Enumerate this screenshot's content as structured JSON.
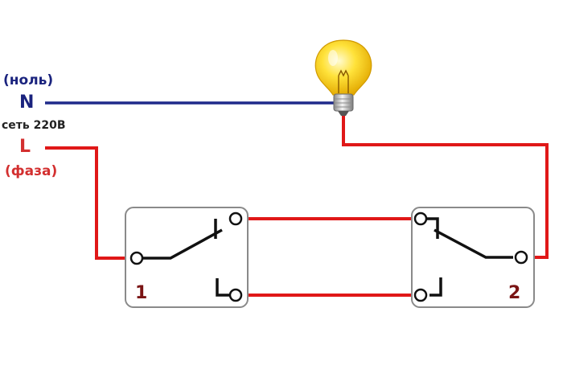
{
  "labels": {
    "neutral_note": "(ноль)",
    "neutral_letter": "N",
    "network": "сеть 220В",
    "phase_letter": "L",
    "phase_note": "(фаза)"
  },
  "switches": [
    {
      "number": "1"
    },
    {
      "number": "2"
    }
  ],
  "colors": {
    "neutral_wire": "#1f2a8a",
    "phase_wire": "#e01818",
    "switch_frame": "#8a8a8a",
    "contact": "#111111",
    "neutral_text": "#1a237e",
    "phase_text": "#d32f2f",
    "number_text": "#7a1414"
  },
  "icons": {
    "lamp": "light-bulb-icon"
  }
}
